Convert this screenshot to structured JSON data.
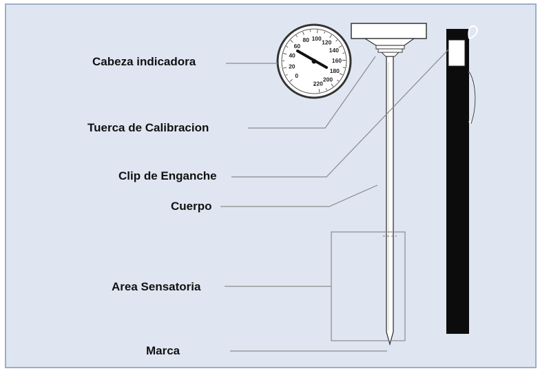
{
  "labels": {
    "head": "Cabeza indicadora",
    "nut": "Tuerca de Calibracion",
    "clip": "Clip de Enganche",
    "body": "Cuerpo",
    "sensing_area": "Area Sensatoria",
    "mark": "Marca"
  },
  "dial": {
    "scale_numbers": [
      "0",
      "20",
      "40",
      "60",
      "80",
      "100",
      "120",
      "140",
      "160",
      "180",
      "200",
      "220"
    ],
    "unit": "°"
  },
  "colors": {
    "background": "#dfe6f2",
    "frame": "#9aaec9",
    "leader_line": "#8a8a8a",
    "outline": "#333333",
    "sleeve": "#0c0c0c"
  }
}
